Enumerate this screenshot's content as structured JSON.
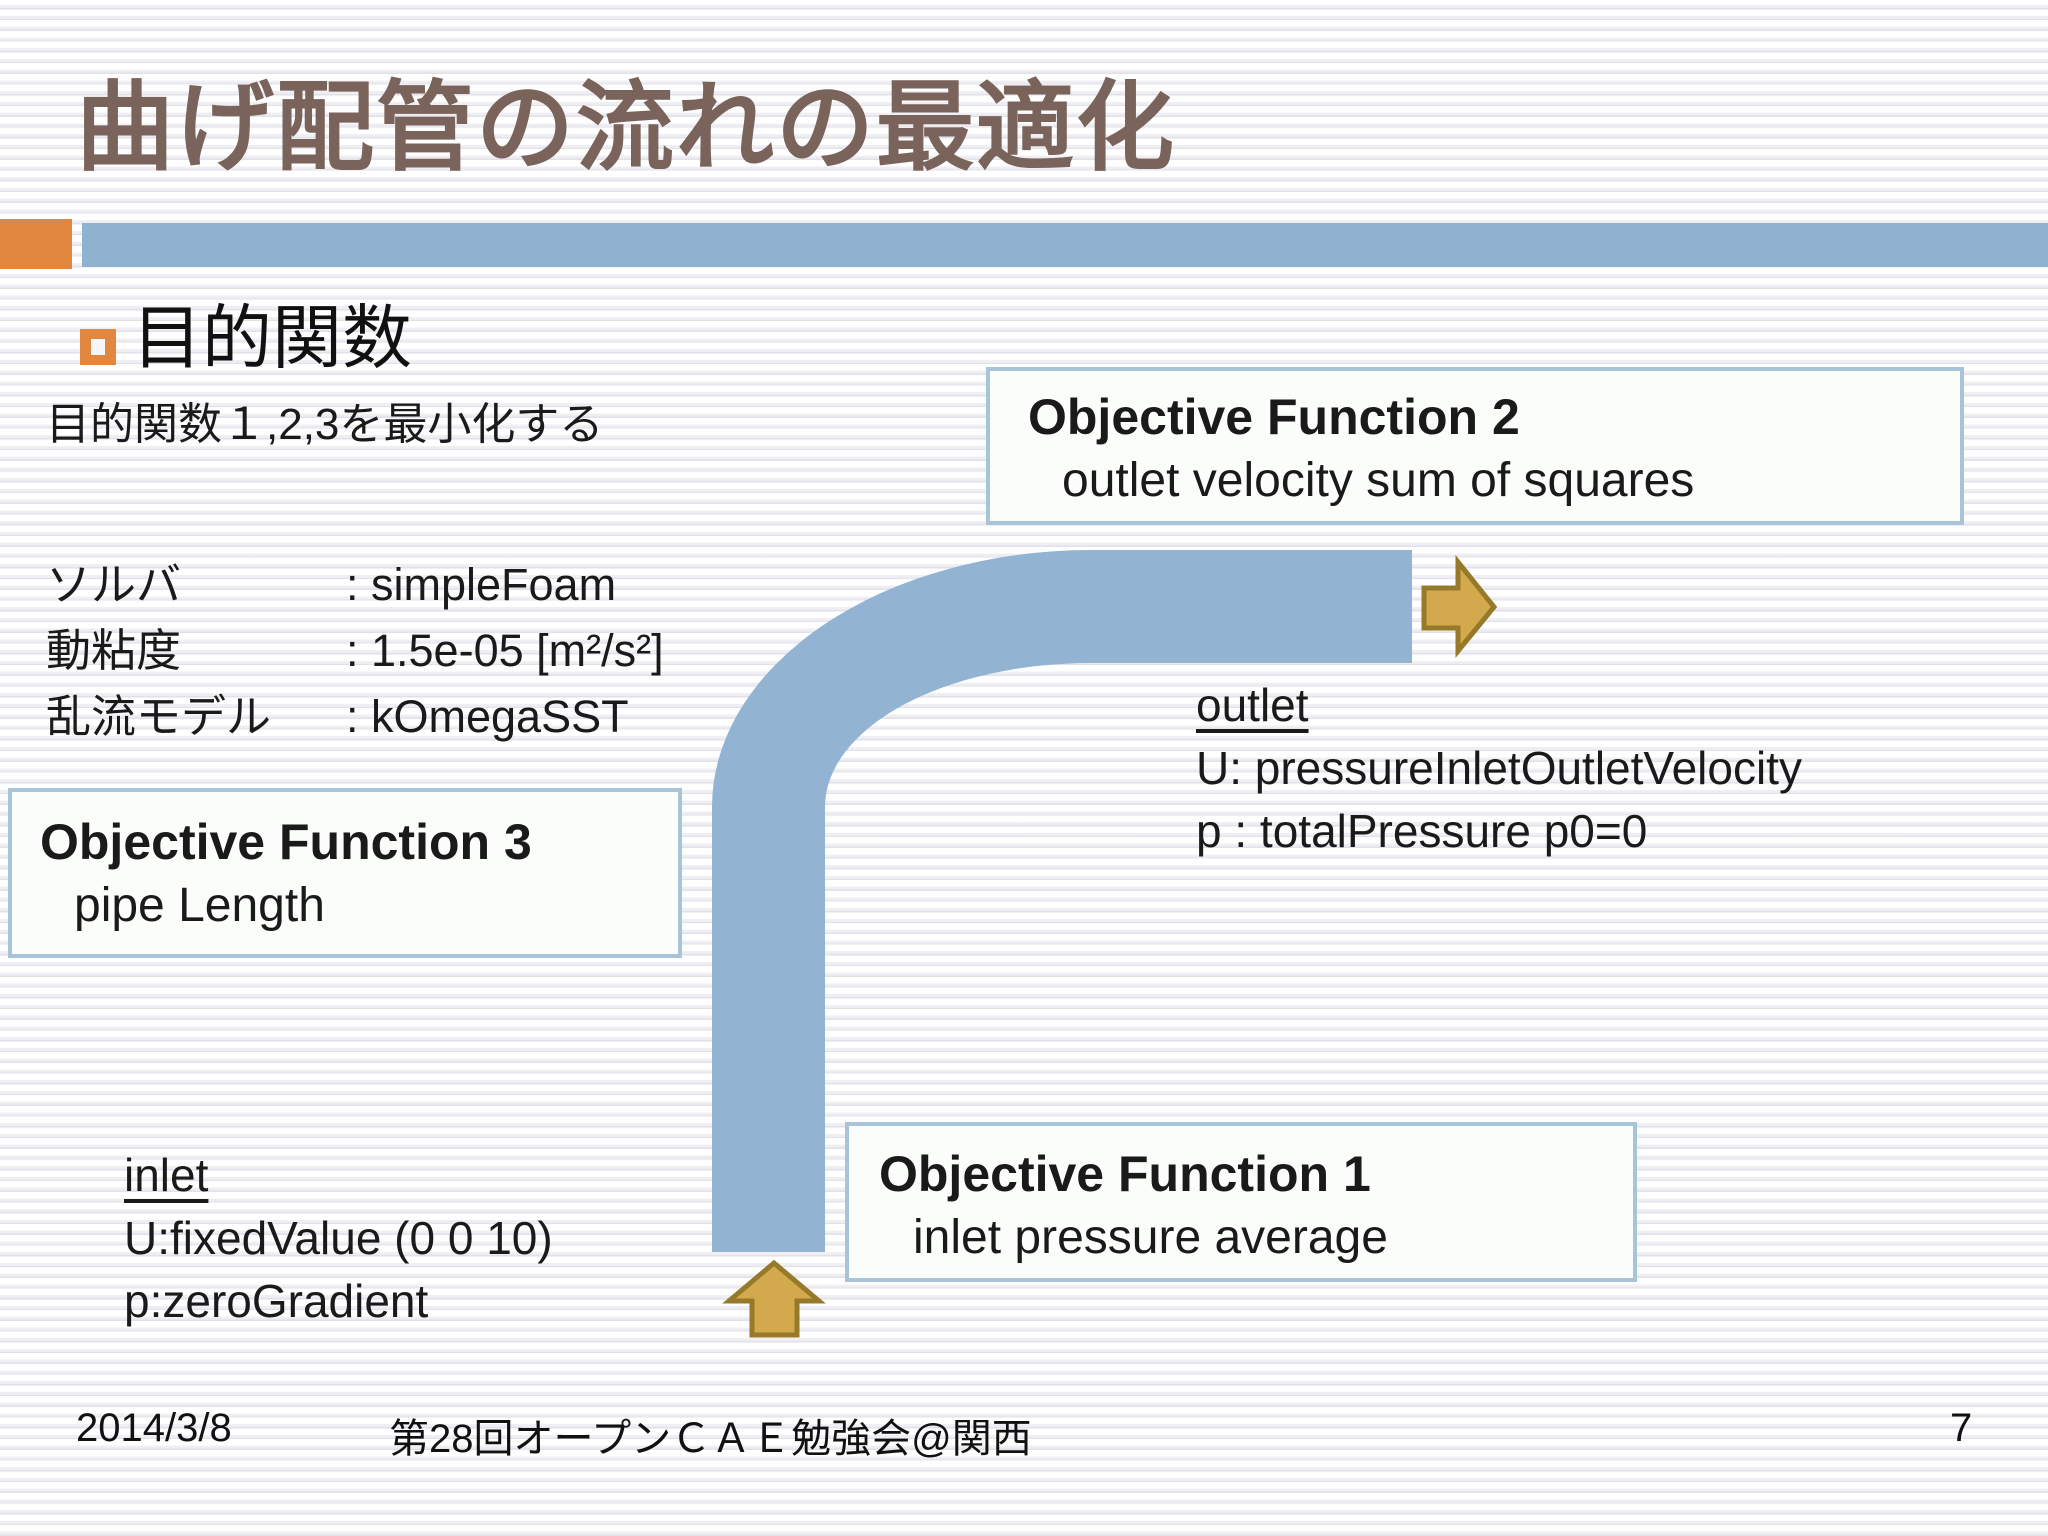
{
  "slide": {
    "title": "曲げ配管の流れの最適化",
    "heading": "目的関数",
    "subheading": "目的関数１,2,3を最小化する",
    "footer_date": "2014/3/8",
    "footer_event": "第28回オープンＣＡＥ勉強会@関西",
    "page_number": "7"
  },
  "solver_info": {
    "rows": [
      {
        "label": "ソルバ",
        "value": ": simpleFoam"
      },
      {
        "label": "動粘度",
        "value": ": 1.5e-05 [m²/s²]"
      },
      {
        "label": "乱流モデル",
        "value": ": kOmegaSST"
      }
    ]
  },
  "objective_boxes": {
    "of2": {
      "title": "Objective Function 2",
      "desc": "outlet velocity sum of squares"
    },
    "of3": {
      "title": "Objective Function 3",
      "desc": "pipe Length"
    },
    "of1": {
      "title": "Objective Function 1",
      "desc": "inlet pressure average"
    }
  },
  "outlet_block": {
    "heading": "outlet",
    "line1": "U: pressureInletOutletVelocity",
    "line2": "p : totalPressure  p0=0"
  },
  "inlet_block": {
    "heading": "inlet",
    "line1": "U:fixedValue (0 0 10)",
    "line2": "p:zeroGradient"
  },
  "colors": {
    "title_brown": "#79635a",
    "accent_orange": "#e18740",
    "bar_blue": "#8fb2d0",
    "pipe_blue": "#92b4d2",
    "arrow_gold": "#d3a94e",
    "arrow_border": "#97792a",
    "box_border": "#a9c3d9"
  }
}
